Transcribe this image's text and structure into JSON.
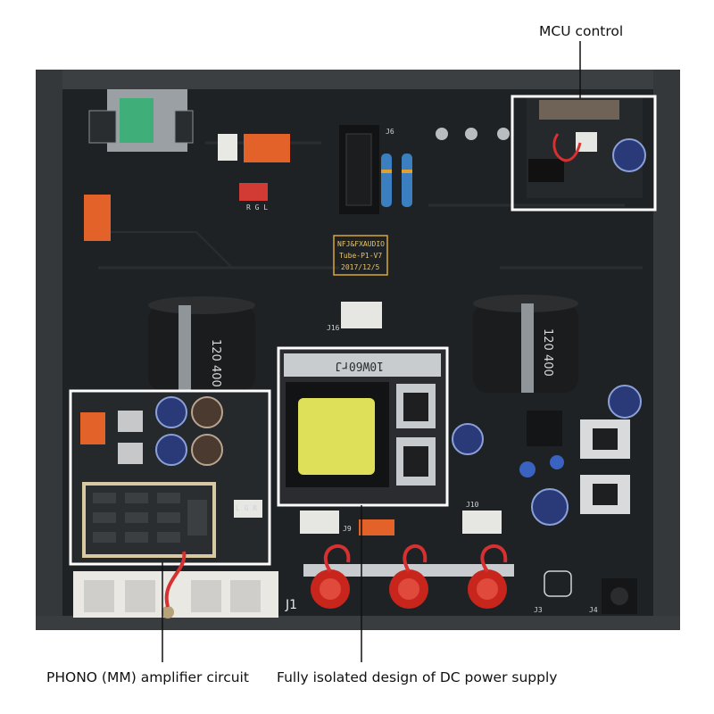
{
  "annotations": {
    "mcu": "MCU control",
    "phono": "PHONO (MM) amplifier circuit",
    "dc": "Fully isolated design of DC power supply"
  },
  "board_marking": {
    "line1": "NFJ&FXAUDIO",
    "line2": "Tube-P1-V7",
    "line3": "2017/12/5"
  },
  "transformer_label": "10W60rJ",
  "capacitor_labels": {
    "left": "120 400",
    "right": "120 400"
  },
  "connector_labels": {
    "j1": "J1",
    "j3": "J3",
    "j4": "J4",
    "j9": "J9",
    "j10": "J10",
    "j16": "J16",
    "j6": "J6",
    "lgr": "L G R",
    "rgl": "R G L"
  },
  "colors": {
    "background": "#ffffff",
    "board": "#1f2225",
    "enclosure": "#2e3134",
    "highlight_box": "#ffffff",
    "phono_zone": "#d9c9a3",
    "transformer_core": "#dfe05a",
    "capacitor_sleeve": "#1b1c1e",
    "relay": "#e2622a",
    "binding_post": "#c8261d"
  }
}
